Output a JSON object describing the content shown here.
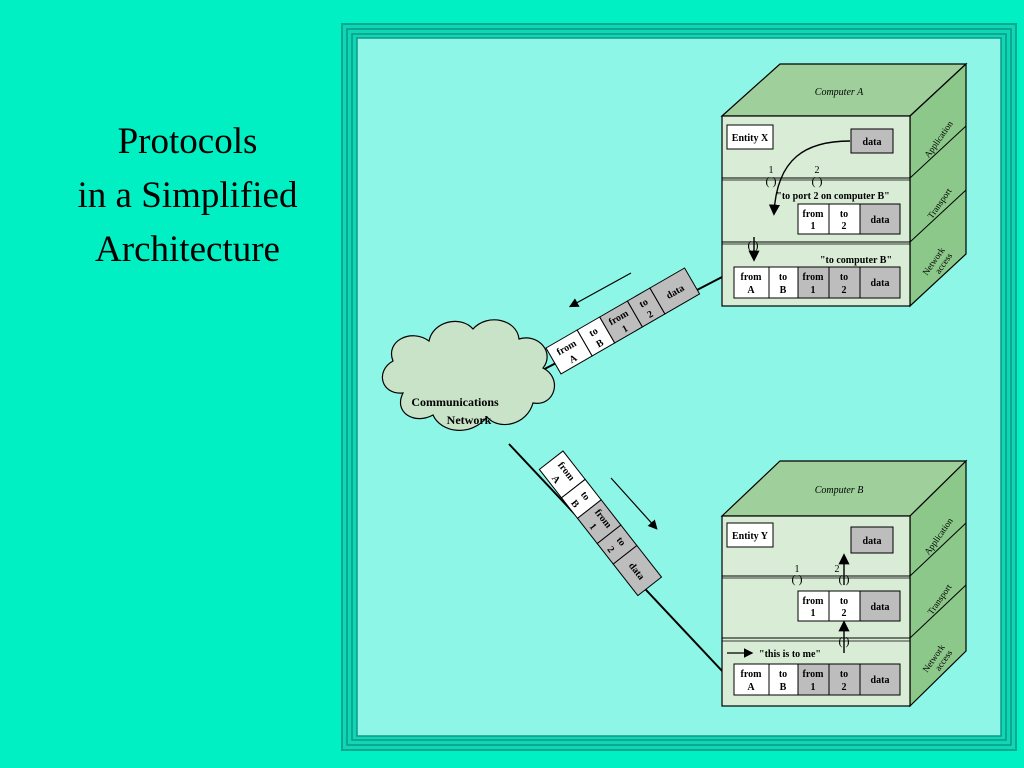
{
  "slide": {
    "title_lines": [
      "Protocols",
      "in a Simplified",
      "Architecture"
    ],
    "background": "#00f0c4"
  },
  "diagram": {
    "panel_fill": "#8ef6e6",
    "network_label": [
      "Communications",
      "Network"
    ],
    "layer_labels": [
      "Application",
      "Transport",
      "Network",
      "access"
    ],
    "computer_a": {
      "name": "Computer A",
      "entity": "Entity X",
      "data": "data",
      "ports": [
        "1",
        "2"
      ],
      "transport_note": "\"to port 2 on computer B\"",
      "network_note": "\"to computer B\""
    },
    "computer_b": {
      "name": "Computer B",
      "entity": "Entity Y",
      "data": "data",
      "ports": [
        "1",
        "2"
      ],
      "network_note": "\"this is to me\""
    },
    "header_fields": {
      "from": "from",
      "to": "to",
      "host_a": "A",
      "host_b": "B",
      "port_1": "1",
      "port_2": "2",
      "data": "data"
    },
    "colors": {
      "face": "#d8ecd6",
      "top": "#9fd09c",
      "side": "#8cc88a",
      "field_gray": "#bdbdbd",
      "cloud": "#c9e3c8"
    }
  }
}
